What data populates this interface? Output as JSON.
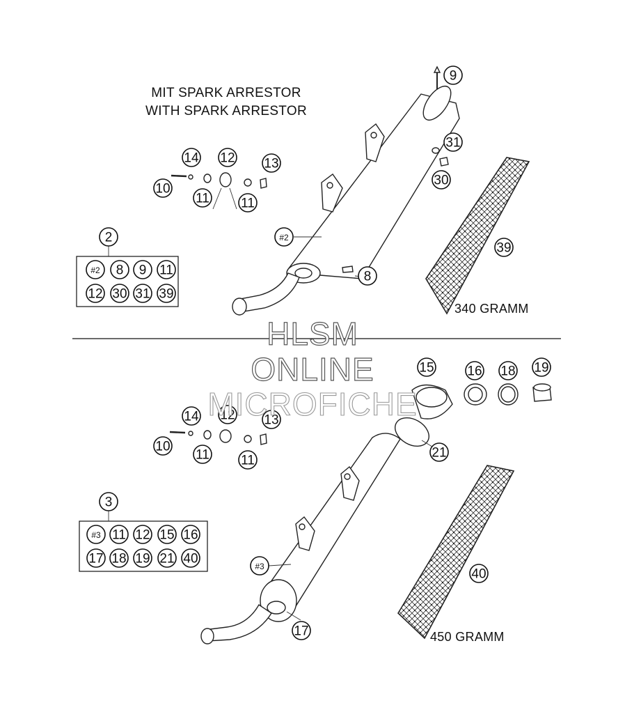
{
  "heading": {
    "line1": "MIT SPARK ARRESTOR",
    "line2": "WITH SPARK ARRESTOR"
  },
  "top_section": {
    "weight_label": "340 GRAMM",
    "kit": {
      "number": "2",
      "items": [
        "#2",
        "8",
        "9",
        "11",
        "12",
        "30",
        "31",
        "39"
      ]
    },
    "callouts": [
      "9",
      "31",
      "30",
      "14",
      "12",
      "13",
      "10",
      "11",
      "11",
      "#2",
      "8",
      "39"
    ]
  },
  "bottom_section": {
    "weight_label": "450 GRAMM",
    "kit": {
      "number": "3",
      "items": [
        "#3",
        "11",
        "12",
        "15",
        "16",
        "17",
        "18",
        "19",
        "21",
        "40"
      ]
    },
    "callouts": [
      "15",
      "16",
      "18",
      "19",
      "14",
      "12",
      "13",
      "10",
      "11",
      "11",
      "21",
      "#3",
      "40",
      "17"
    ]
  },
  "watermark": {
    "line1": "HLSM",
    "line2": "ONLINE",
    "line3": "MICROFICHE"
  }
}
